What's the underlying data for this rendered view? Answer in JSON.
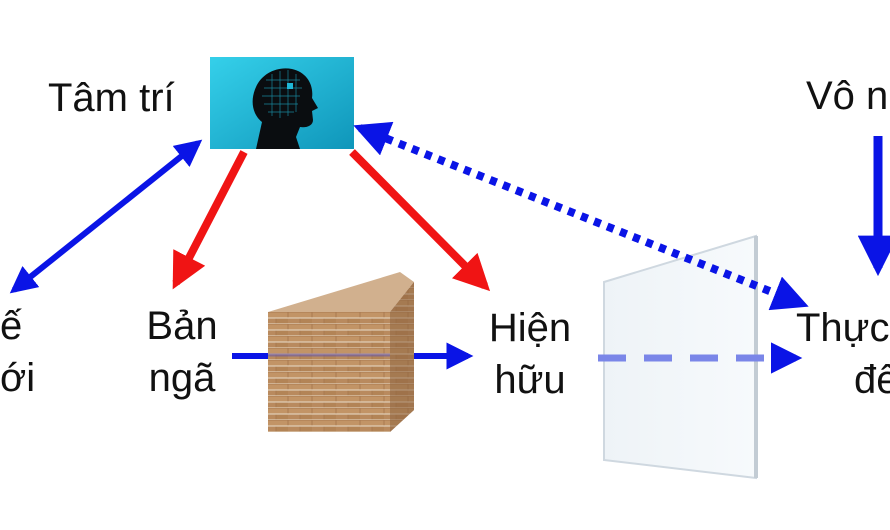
{
  "labels": {
    "mind": "Tâm trí",
    "ego_1": "Bản",
    "ego_2": "ngã",
    "existence_1": "Hiện",
    "existence_2": "hữu",
    "world_1": "ế",
    "world_2": "ới",
    "unconscious": "Vô n",
    "reality_1": "Thực",
    "reality_2": "đế"
  },
  "colors": {
    "blue_arrow": "#0a14e6",
    "red_arrow": "#f01414",
    "dashed_arrow": "#7a86e8",
    "head_panel_bg": "#1fb7d6",
    "brick": "#b4865a"
  },
  "icons": {
    "head": "head-silhouette-icon",
    "wall": "brick-wall-icon",
    "glass": "glass-pane-icon"
  }
}
